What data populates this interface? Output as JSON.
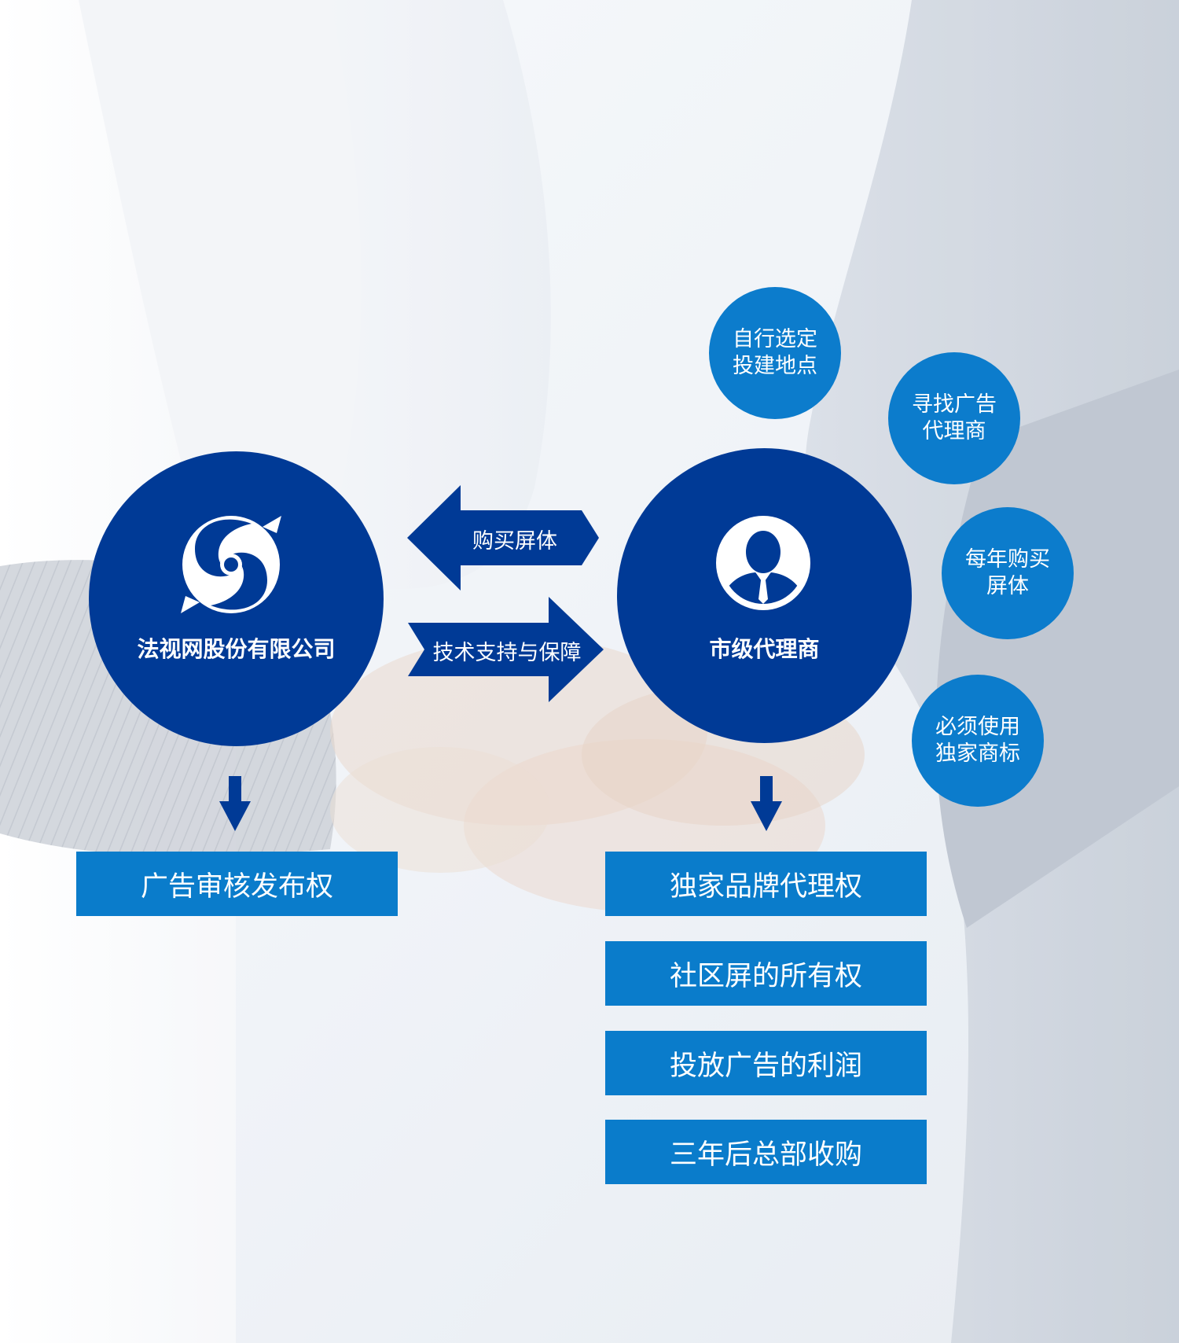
{
  "colors": {
    "dark_blue": "#003a96",
    "mid_blue": "#0c7ccc",
    "box_blue": "#0a7ccb"
  },
  "hq": {
    "name": "法视网股份有限公司",
    "logo_icon": "swirl-logo-icon",
    "right": "广告审核发布权"
  },
  "agent": {
    "name": "市级代理商",
    "avatar_icon": "person-avatar-icon",
    "rights": [
      "独家品牌代理权",
      "社区屏的所有权",
      "投放广告的利润",
      "三年后总部收购"
    ]
  },
  "arrows": {
    "to_hq": "购买屏体",
    "to_agent": "技术支持与保障"
  },
  "duties": [
    "自行选定\n投建地点",
    "寻找广告\n代理商",
    "每年购买\n屏体",
    "必须使用\n独家商标"
  ]
}
